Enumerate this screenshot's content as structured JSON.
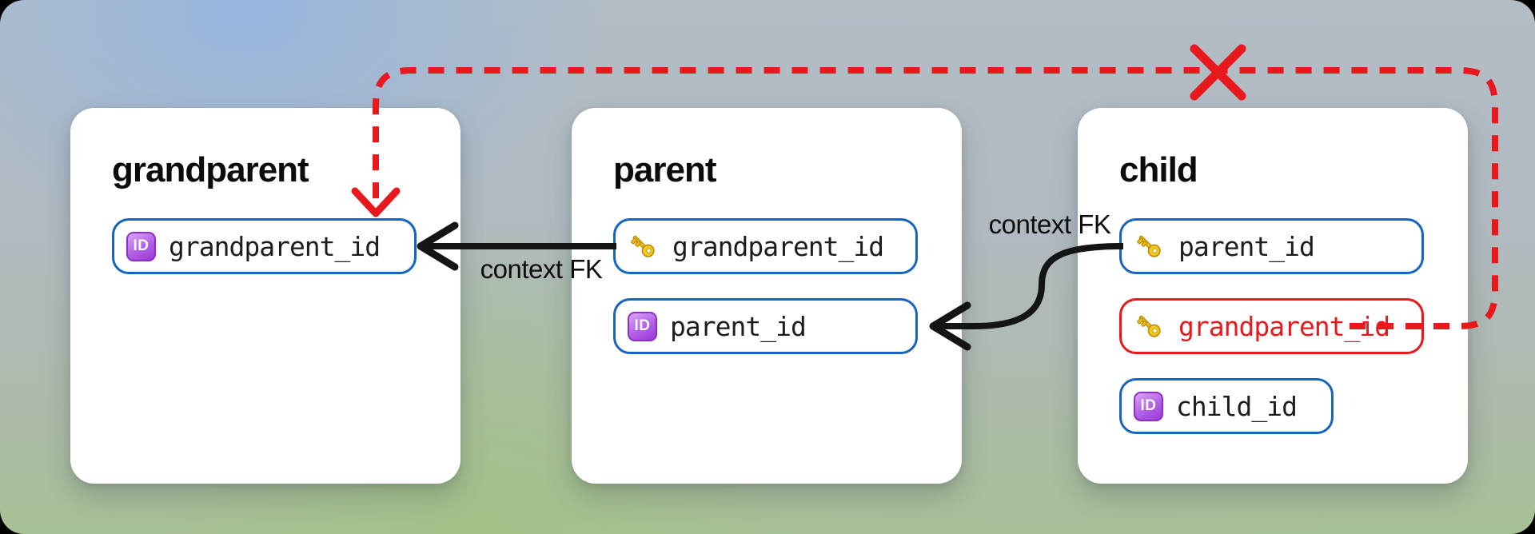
{
  "canvas": {
    "kind": "er-diagram"
  },
  "colors": {
    "field_border_blue": "#1565c0",
    "invalid_red": "#e8191d",
    "arrow_black": "#141414",
    "card_bg": "#ffffff",
    "id_badge_purple": "#9a38d4",
    "key_gold": "#f0c01c"
  },
  "icons": {
    "id_badge_text": "ID"
  },
  "tables": [
    {
      "name": "grandparent",
      "fields": [
        {
          "label": "grandparent_id",
          "icon": "id-badge",
          "invalid": false
        }
      ]
    },
    {
      "name": "parent",
      "fields": [
        {
          "label": "grandparent_id",
          "icon": "key",
          "invalid": false
        },
        {
          "label": "parent_id",
          "icon": "id-badge",
          "invalid": false
        }
      ]
    },
    {
      "name": "child",
      "fields": [
        {
          "label": "parent_id",
          "icon": "key",
          "invalid": false
        },
        {
          "label": "grandparent_id",
          "icon": "key",
          "invalid": true
        },
        {
          "label": "child_id",
          "icon": "id-badge",
          "invalid": false
        }
      ]
    }
  ],
  "edges": [
    {
      "from": "parent.grandparent_id",
      "to": "grandparent.grandparent_id",
      "label": "context FK",
      "style": "solid"
    },
    {
      "from": "child.parent_id",
      "to": "parent.parent_id",
      "label": "context FK",
      "style": "solid"
    },
    {
      "from": "child.grandparent_id",
      "to": "grandparent.grandparent_id",
      "label": "",
      "style": "dashed",
      "status": "not-allowed"
    }
  ]
}
